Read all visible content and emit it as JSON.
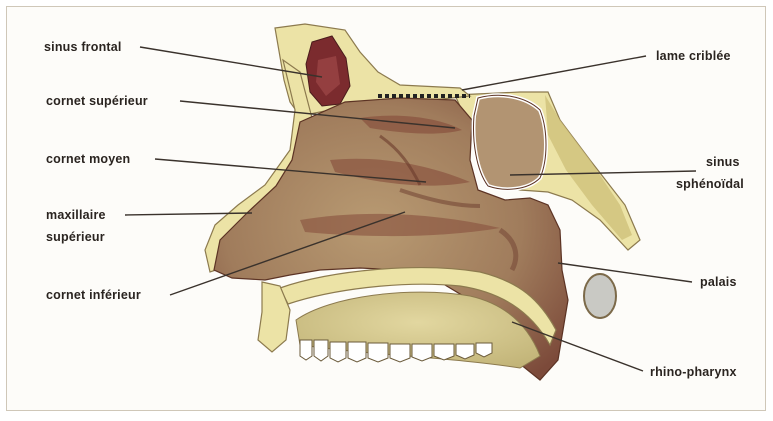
{
  "labels": {
    "sinus_frontal": "sinus frontal",
    "cornet_superieur": "cornet supérieur",
    "cornet_moyen": "cornet moyen",
    "maxillaire_line1": "maxillaire",
    "maxillaire_line2": "supérieur",
    "cornet_inferieur": "cornet inférieur",
    "lame_criblee": "lame criblée",
    "sinus_sphenoidal_line1": "sinus",
    "sinus_sphenoidal_line2": "sphénoïdal",
    "palais": "palais",
    "rhino_pharynx": "rhino-pharynx"
  },
  "colors": {
    "background": "#fdfcf9",
    "bone": "#ece3a6",
    "mucosa": "#a98663",
    "mucosa_dark": "#7a3f30",
    "sinus_fill": "#7b2b2e",
    "tissue_light": "#d9cf8f",
    "leader_line": "#3a322c"
  }
}
